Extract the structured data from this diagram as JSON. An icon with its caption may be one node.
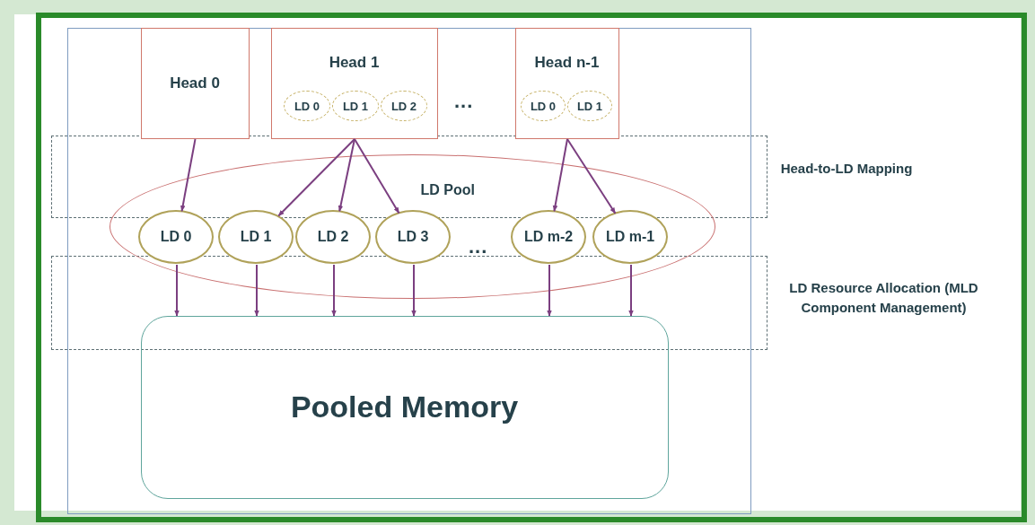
{
  "diagram": {
    "nodes": [
      {
        "text": [],
        "shape": "box"
      },
      {
        "text": [
          "Head 0"
        ],
        "in": 0
      },
      {
        "text": [
          "Head 1"
        ],
        "in": 0
      },
      {
        "text": [
          "LD 0"
        ],
        "in": 2
      },
      {
        "text": [
          "LD 1"
        ],
        "in": 2
      },
      {
        "text": [
          "LD 2"
        ],
        "in": 2
      },
      {
        "text": [
          "Head n-1"
        ],
        "in": 0
      },
      {
        "text": [
          "LD 0"
        ],
        "in": 6
      },
      {
        "text": [
          "LD 1"
        ],
        "in": 6
      },
      {
        "text": [
          "LD Pool"
        ],
        "in": 0
      },
      {
        "text": [
          "LD 0"
        ],
        "in": 9
      },
      {
        "text": [
          "LD 1"
        ],
        "in": 9
      },
      {
        "text": [
          "LD 2"
        ],
        "in": 9
      },
      {
        "text": [
          "LD 3"
        ],
        "in": 9
      },
      {
        "text": [
          "LD m-2"
        ],
        "in": 9
      },
      {
        "text": [
          "LD m-1"
        ],
        "in": 9
      },
      {
        "text": [
          "Pooled Memory"
        ],
        "in": 0
      }
    ],
    "edges": [
      {
        "from": 1,
        "to": 10,
        "arrow": "to"
      },
      {
        "from": 2,
        "to": 11,
        "arrow": "to"
      },
      {
        "from": 2,
        "to": 12,
        "arrow": "to"
      },
      {
        "from": 2,
        "to": 13,
        "arrow": "to"
      },
      {
        "from": 6,
        "to": 14,
        "arrow": "to"
      },
      {
        "from": 6,
        "to": 15,
        "arrow": "to"
      },
      {
        "from": 10,
        "to": 16,
        "arrow": "to"
      },
      {
        "from": 11,
        "to": 16,
        "arrow": "to"
      },
      {
        "from": 12,
        "to": 16,
        "arrow": "to"
      },
      {
        "from": 13,
        "to": 16,
        "arrow": "to"
      },
      {
        "from": 14,
        "to": 16,
        "arrow": "to"
      },
      {
        "from": 15,
        "to": 16,
        "arrow": "to"
      }
    ],
    "labels": [
      "...",
      "Head-to-LD Mapping",
      "...",
      "LD Resource Allocation (MLD Component Management)"
    ]
  }
}
